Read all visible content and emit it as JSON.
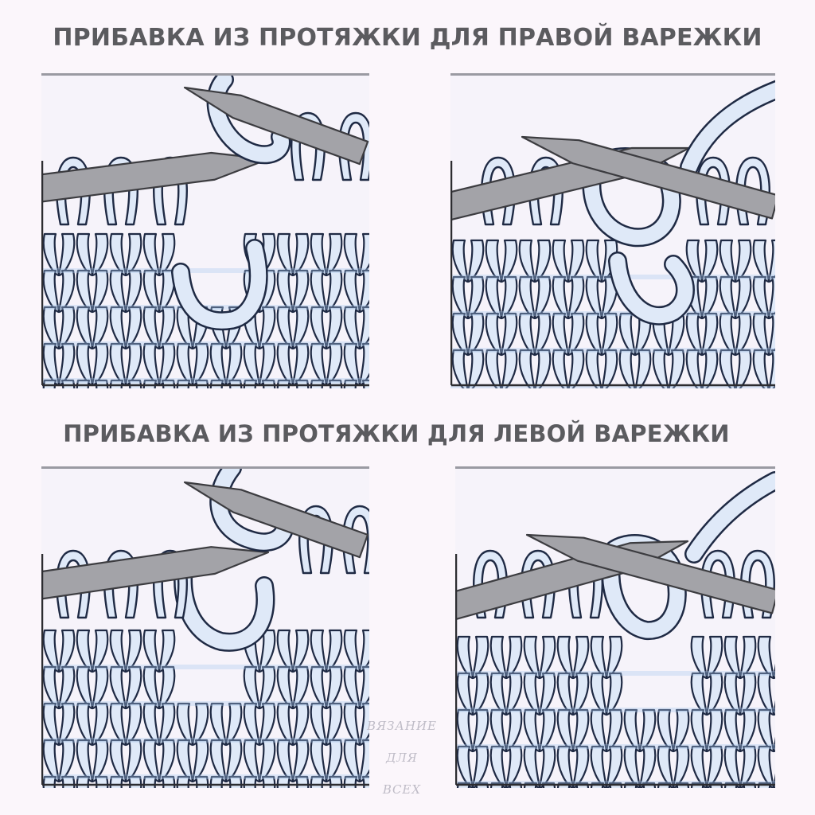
{
  "headings": {
    "top": "ПРИБАВКА ИЗ ПРОТЯЖКИ ДЛЯ ПРАВОЙ ВАРЕЖКИ",
    "bottom": "ПРИБАВКА ИЗ ПРОТЯЖКИ ДЛЯ ЛЕВОЙ ВАРЕЖКИ"
  },
  "watermark": {
    "line1": "ВЯЗАНИЕ",
    "line2": "ДЛЯ",
    "line3": "ВСЕХ"
  },
  "colors": {
    "background": "#fbf6fb",
    "yarn_fill": "#dfe9f8",
    "yarn_shade": "#a9c9ee",
    "yarn_outline": "#1f2a44",
    "needle": "#a3a3a8",
    "needle_outline": "#3c3c40",
    "heading_text": "#5b5b5f",
    "rule": "#9a9aa2"
  },
  "panels": [
    {
      "id": "right-mitten-step-1",
      "strand": "lifted-loop",
      "needle_direction": "from-front"
    },
    {
      "id": "right-mitten-step-2",
      "strand": "twisted-loop",
      "needle_direction": "knit-through-back"
    },
    {
      "id": "left-mitten-step-1",
      "strand": "lifted-loop",
      "needle_direction": "from-back"
    },
    {
      "id": "left-mitten-step-2",
      "strand": "twisted-loop",
      "needle_direction": "knit-through-front"
    }
  ]
}
